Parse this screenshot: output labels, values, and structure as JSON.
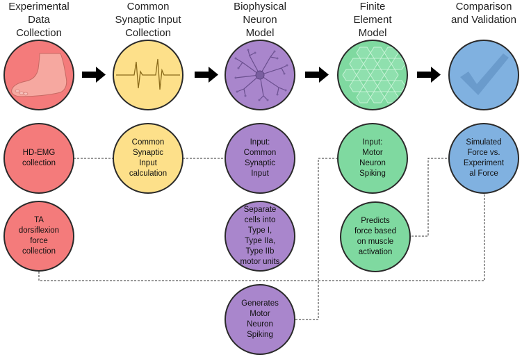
{
  "colors": {
    "red": "#f47b7b",
    "yellow": "#fde08a",
    "purple": "#a986cc",
    "green": "#7fd9a0",
    "blue": "#80b1e0"
  },
  "stages": [
    {
      "title": "Experimental\nData\nCollection",
      "icon": "foot-icon"
    },
    {
      "title": "Common\nSynaptic Input\nCollection",
      "icon": "emg-waveform-icon"
    },
    {
      "title": "Biophysical\nNeuron\nModel",
      "icon": "neuron-icon"
    },
    {
      "title": "Finite\nElement\nModel",
      "icon": "hexagon-mesh-icon"
    },
    {
      "title": "Comparison\nand Validation",
      "icon": "checkmark-icon"
    }
  ],
  "steps": {
    "hd_emg": "HD-EMG\ncollection",
    "ta_force": "TA\ndorsiflexion\nforce\ncollection",
    "csi_calc": "Common\nSynaptic\nInput\ncalculation",
    "input_csi": "Input:\nCommon\nSynaptic\nInput",
    "separate_cells": "Separate\ncells into\nType I,\nType IIa,\nType IIb\nmotor units",
    "generates_spiking": "Generates\nMotor\nNeuron\nSpiking",
    "input_spiking": "Input:\nMotor\nNeuron\nSpiking",
    "predicts_force": "Predicts\nforce based\non muscle\nactivation",
    "simulated_force": "Simulated\nForce vs.\nExperiment\nal Force"
  }
}
